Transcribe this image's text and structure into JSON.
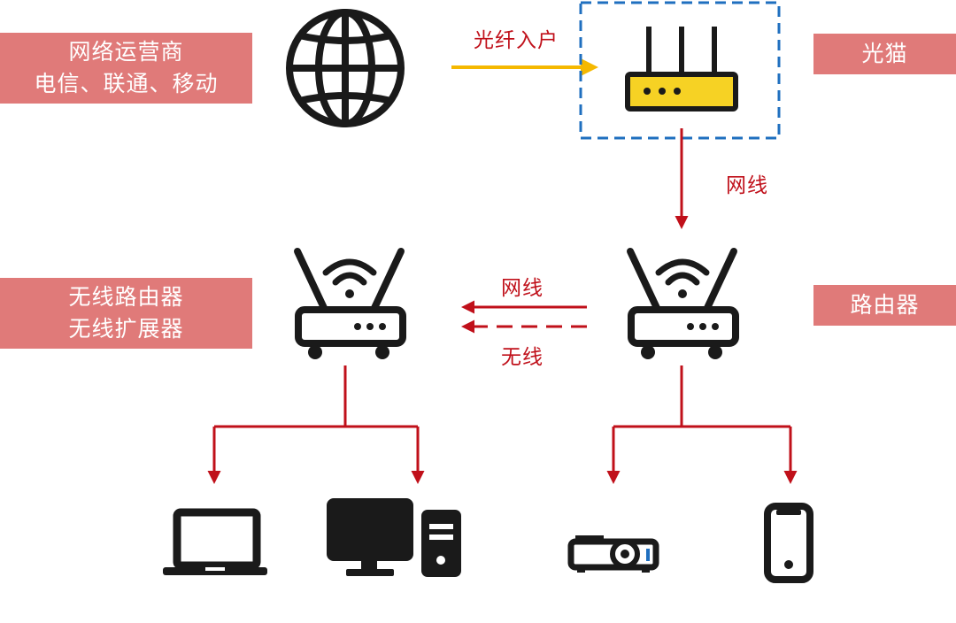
{
  "labels": {
    "isp": [
      "网络运营商",
      "电信、联通、移动"
    ],
    "modem": "光猫",
    "secondary": [
      "无线路由器",
      "无线扩展器"
    ],
    "router": "路由器"
  },
  "edges": {
    "fiber": "光纤入户",
    "modem_to_router": "网线",
    "wired": "网线",
    "wireless": "无线"
  },
  "icons": {
    "isp": "globe-icon",
    "modem": "optical-modem-icon",
    "router": "wifi-router-icon",
    "secondary": "wifi-router-icon",
    "laptop": "laptop-icon",
    "desktop": "desktop-computer-icon",
    "projector": "projector-icon",
    "phone": "smartphone-icon"
  },
  "colors": {
    "label_bg": "#e07a79",
    "line_red": "#c0101a",
    "fiber_yellow": "#f5b800",
    "modem_dashed_border": "#1f6fbf",
    "modem_panel": "#f6d224",
    "icon_dark": "#1a1a1a"
  }
}
